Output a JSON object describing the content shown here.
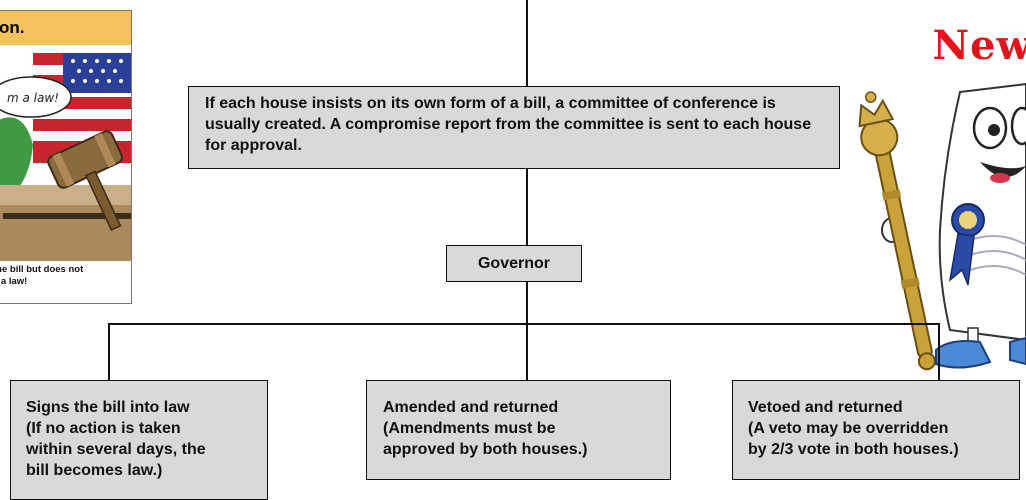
{
  "comic": {
    "header_text": "on.",
    "speech_text": "m a law!",
    "caption_line1": "the bill but does not",
    "caption_line2": "s a law!"
  },
  "brand": {
    "text": "New"
  },
  "flowchart": {
    "conference_box": "If each house insists on its own form of a bill, a committee of conference is usually created.  A compromise report from the committee is sent to each house for approval.",
    "governor_box": "Governor",
    "outcomes": [
      {
        "line1": "Signs the bill into law",
        "line2": "(If no action is taken",
        "line3": "within several days, the",
        "line4": "bill becomes law.)"
      },
      {
        "line1": "Amended and returned",
        "line2": "(Amendments must be",
        "line3": "approved by both houses.)"
      },
      {
        "line1": "Vetoed and returned",
        "line2": "(A veto may be overridden",
        "line3": "by 2/3 vote in both houses.)"
      }
    ]
  }
}
